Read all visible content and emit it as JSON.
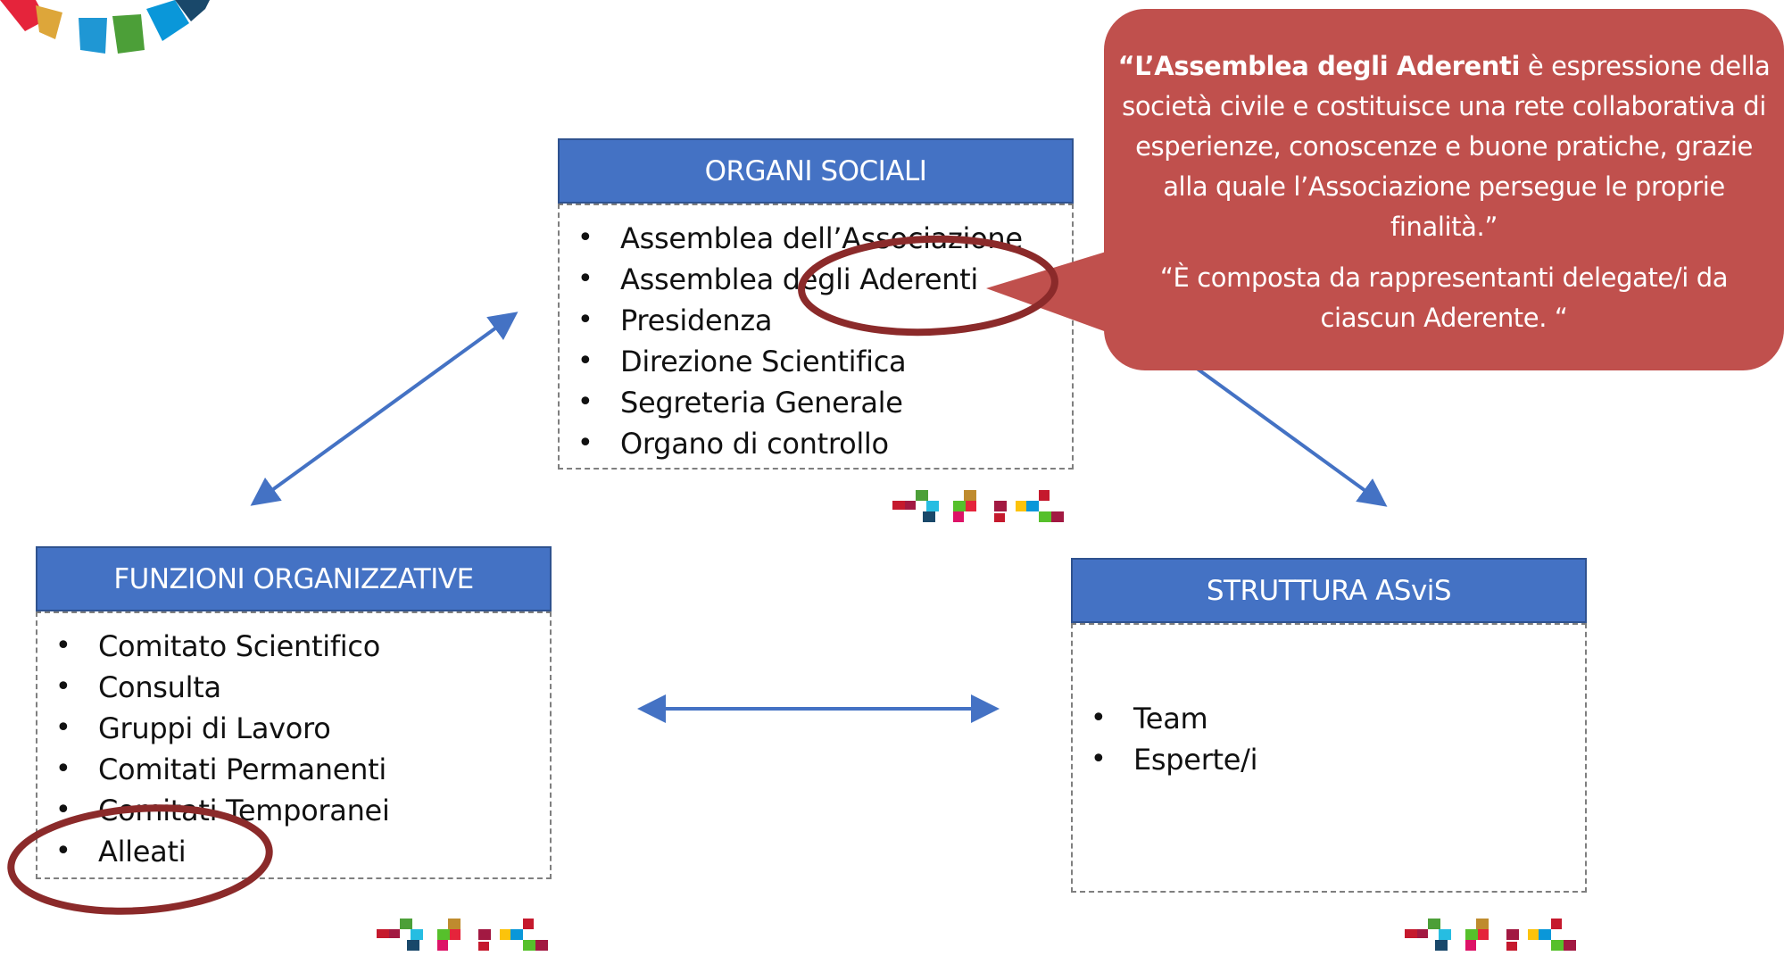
{
  "organi_sociali": {
    "title": "ORGANI SOCIALI",
    "items": [
      "Assemblea dell’Associazione",
      "Assemblea degli Aderenti",
      "Presidenza",
      "Direzione Scientifica",
      "Segreteria Generale",
      "Organo di controllo"
    ]
  },
  "funzioni_organizzative": {
    "title": "FUNZIONI ORGANIZZATIVE",
    "items": [
      "Comitato Scientifico",
      "Consulta",
      "Gruppi di Lavoro",
      "Comitati Permanenti",
      "Comitati Temporanei",
      "Alleati"
    ]
  },
  "struttura": {
    "title": "STRUTTURA ASviS",
    "items": [
      "Team",
      "Esperte/i"
    ]
  },
  "callout": {
    "quote_open": "“",
    "bold_text": "L’Assemblea degli Aderenti",
    "text": " è espressione della società civile e costituisce una rete collaborativa di esperienze, conoscenze e buone pratiche, grazie alla quale l’Associazione persegue le proprie finalità.”",
    "second": "“È composta da rappresentanti delegate/i da ciascun Aderente. “"
  },
  "colors": {
    "header_blue": "#4472c4",
    "arrow_blue": "#4472c4",
    "callout_red": "#c0504d",
    "highlight_ring": "#8b2a2a"
  }
}
